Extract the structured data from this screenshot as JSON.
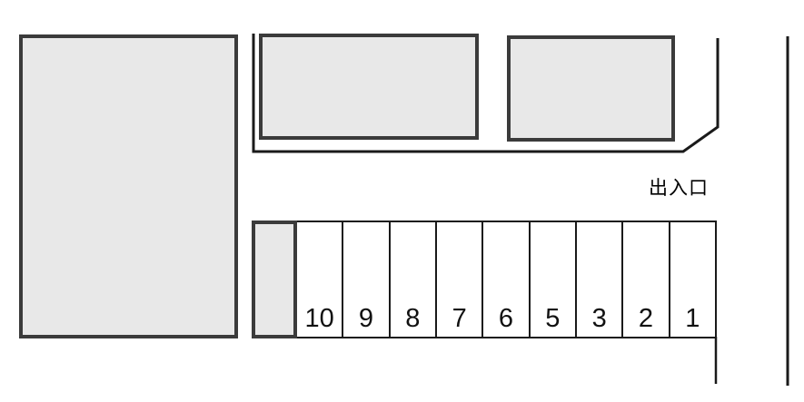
{
  "labels": {
    "exit": "出入口"
  },
  "parking_spaces": [
    "10",
    "9",
    "8",
    "7",
    "6",
    "5",
    "3",
    "2",
    "1"
  ],
  "colors": {
    "background": "#ffffff",
    "block_fill": "#e8e8e8",
    "block_border": "#3b3b3b",
    "line": "#1a1a1a",
    "text": "#111111"
  }
}
